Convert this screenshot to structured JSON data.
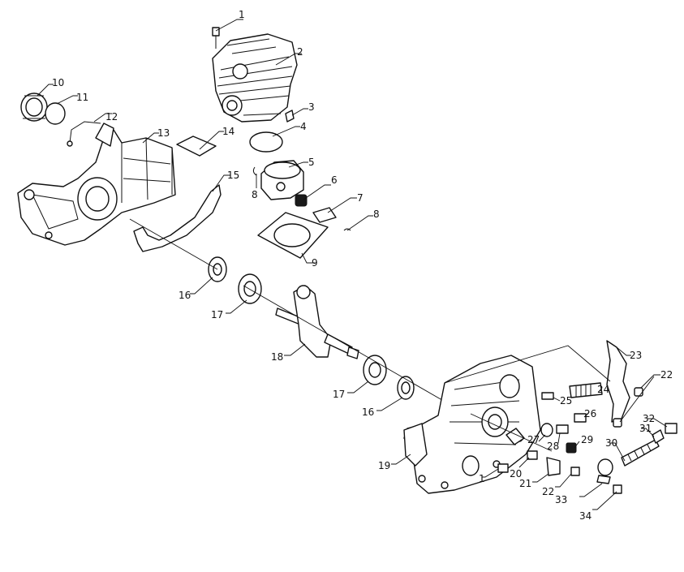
{
  "callouts": [
    {
      "id": "c1a",
      "text": "1"
    },
    {
      "id": "c2",
      "text": "2"
    },
    {
      "id": "c3",
      "text": "3"
    },
    {
      "id": "c4",
      "text": "4"
    },
    {
      "id": "c5",
      "text": "5"
    },
    {
      "id": "c6",
      "text": "6"
    },
    {
      "id": "c7",
      "text": "7"
    },
    {
      "id": "c8a",
      "text": "8"
    },
    {
      "id": "c8b",
      "text": "8"
    },
    {
      "id": "c9",
      "text": "9"
    },
    {
      "id": "c10",
      "text": "10"
    },
    {
      "id": "c11",
      "text": "11"
    },
    {
      "id": "c12",
      "text": "12"
    },
    {
      "id": "c13",
      "text": "13"
    },
    {
      "id": "c14",
      "text": "14"
    },
    {
      "id": "c15",
      "text": "15"
    },
    {
      "id": "c16a",
      "text": "16"
    },
    {
      "id": "c17a",
      "text": "17"
    },
    {
      "id": "c18",
      "text": "18"
    },
    {
      "id": "c17b",
      "text": "17"
    },
    {
      "id": "c16b",
      "text": "16"
    },
    {
      "id": "c19",
      "text": "19"
    },
    {
      "id": "c1b",
      "text": "1"
    },
    {
      "id": "c20",
      "text": "20"
    },
    {
      "id": "c21",
      "text": "21"
    },
    {
      "id": "c22a",
      "text": "22"
    },
    {
      "id": "c22b",
      "text": "22"
    },
    {
      "id": "c23",
      "text": "23"
    },
    {
      "id": "c24",
      "text": "24"
    },
    {
      "id": "c25",
      "text": "25"
    },
    {
      "id": "c26",
      "text": "26"
    },
    {
      "id": "c27",
      "text": "27"
    },
    {
      "id": "c28",
      "text": "28"
    },
    {
      "id": "c29",
      "text": "29"
    },
    {
      "id": "c30",
      "text": "30"
    },
    {
      "id": "c31",
      "text": "31"
    },
    {
      "id": "c32",
      "text": "32"
    },
    {
      "id": "c33",
      "text": "33"
    },
    {
      "id": "c34",
      "text": "34"
    }
  ]
}
